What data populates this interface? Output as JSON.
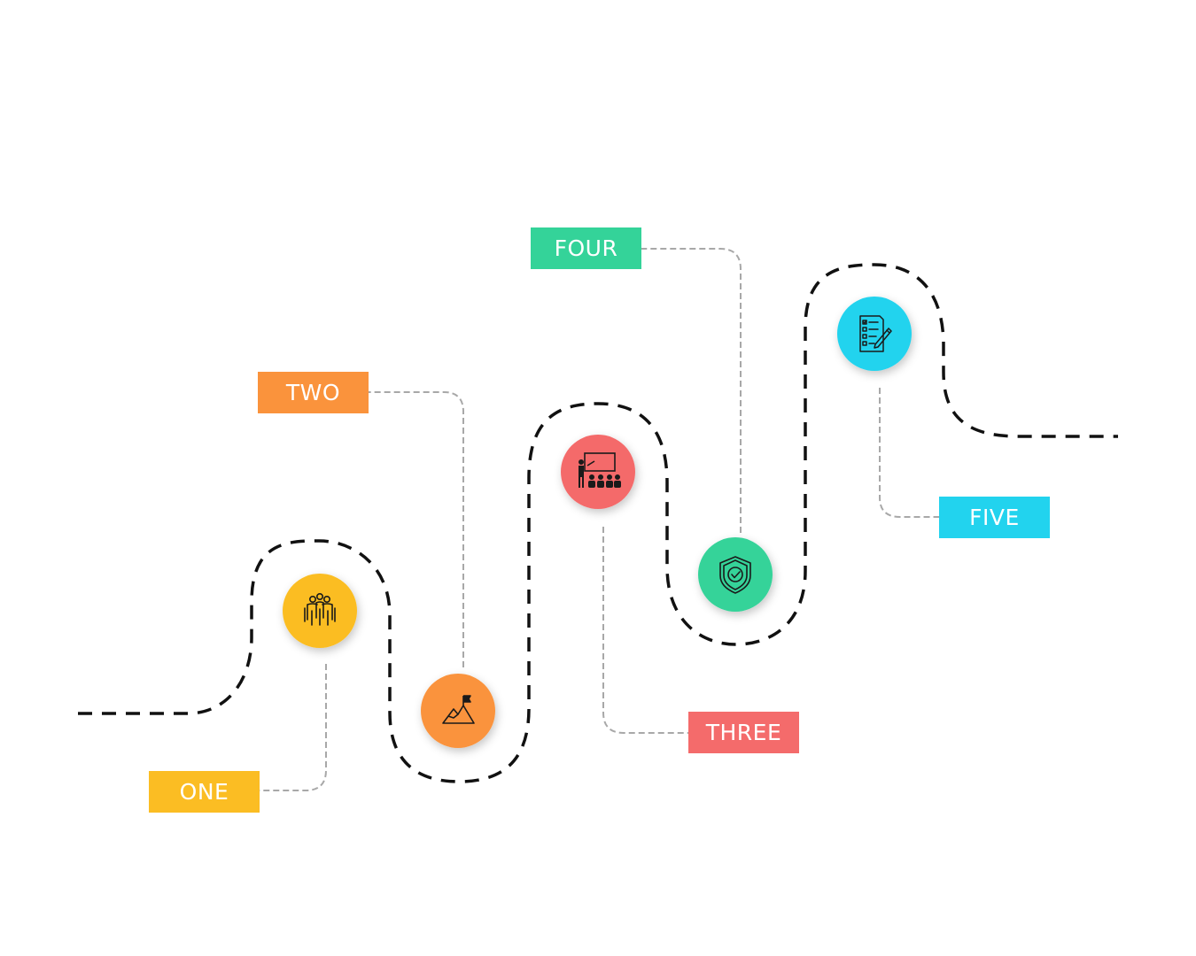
{
  "steps": [
    {
      "id": "one",
      "label": "ONE",
      "color": "#FBBD23",
      "icon": "team-icon"
    },
    {
      "id": "two",
      "label": "TWO",
      "color": "#FA933C",
      "icon": "mountain-flag-icon"
    },
    {
      "id": "three",
      "label": "THREE",
      "color": "#F46B6B",
      "icon": "presentation-icon"
    },
    {
      "id": "four",
      "label": "FOUR",
      "color": "#34D399",
      "icon": "shield-check-icon"
    },
    {
      "id": "five",
      "label": "FIVE",
      "color": "#22D3EE",
      "icon": "checklist-pen-icon"
    }
  ],
  "colors": {
    "road": "#111111",
    "connector": "#A8A8A8",
    "background": "#FFFFFF"
  }
}
